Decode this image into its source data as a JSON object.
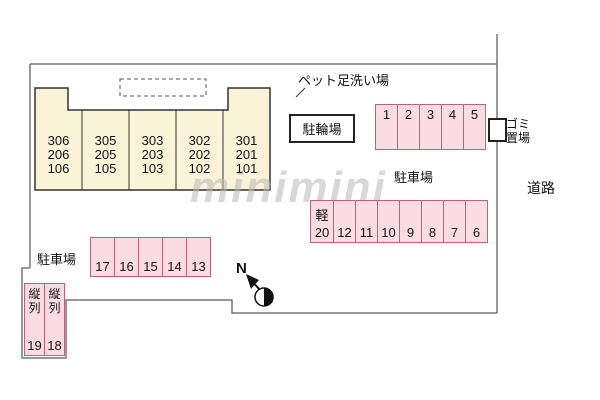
{
  "labels": {
    "pet_wash": "ペット足洗い場",
    "bike_parking": "駐輪場",
    "garbage_line1": "ゴミ",
    "garbage_line2": "置場",
    "road": "道路",
    "parking_right": "駐車場",
    "parking_left": "駐車場",
    "compass_north": "N",
    "watermark": "minimini"
  },
  "building": {
    "units": [
      {
        "rooms": [
          "306",
          "206",
          "106"
        ]
      },
      {
        "rooms": [
          "305",
          "205",
          "105"
        ]
      },
      {
        "rooms": [
          "303",
          "203",
          "103"
        ]
      },
      {
        "rooms": [
          "302",
          "202",
          "102"
        ]
      },
      {
        "rooms": [
          "301",
          "201",
          "101"
        ]
      }
    ]
  },
  "parking": {
    "top_row": [
      "1",
      "2",
      "3",
      "4",
      "5"
    ],
    "right_row": [
      {
        "prefix": "軽",
        "label": "20"
      },
      {
        "prefix": "",
        "label": "12"
      },
      {
        "prefix": "",
        "label": "11"
      },
      {
        "prefix": "",
        "label": "10"
      },
      {
        "prefix": "",
        "label": "9"
      },
      {
        "prefix": "",
        "label": "8"
      },
      {
        "prefix": "",
        "label": "7"
      },
      {
        "prefix": "",
        "label": "6"
      }
    ],
    "left_row": [
      "17",
      "16",
      "15",
      "14",
      "13"
    ],
    "tandem": [
      {
        "vertical": "縦列",
        "label": "19"
      },
      {
        "vertical": "縦列",
        "label": "18"
      }
    ]
  },
  "colors": {
    "parking_fill": "#fbdce3",
    "parking_border": "#c2607a",
    "building_fill": "#faf3d8",
    "boundary_line": "#777777"
  }
}
